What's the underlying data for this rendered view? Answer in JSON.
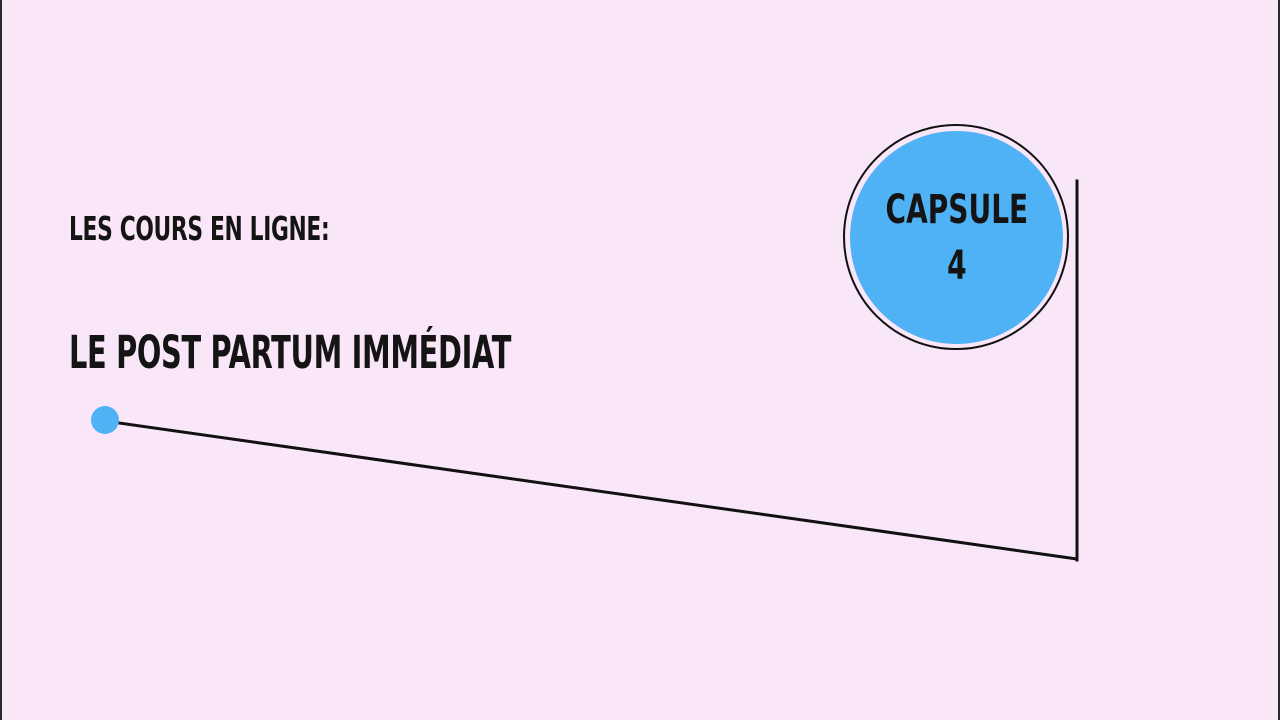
{
  "slide": {
    "subtitle": "LES COURS EN LIGNE:",
    "title": "LE POST PARTUM IMMÉDIAT",
    "badge": {
      "line1": "CAPSULE",
      "line2": "4"
    }
  },
  "colors": {
    "background": "#f9e6f8",
    "accent": "#4fb2f5",
    "text": "#141414",
    "line": "#111111"
  }
}
